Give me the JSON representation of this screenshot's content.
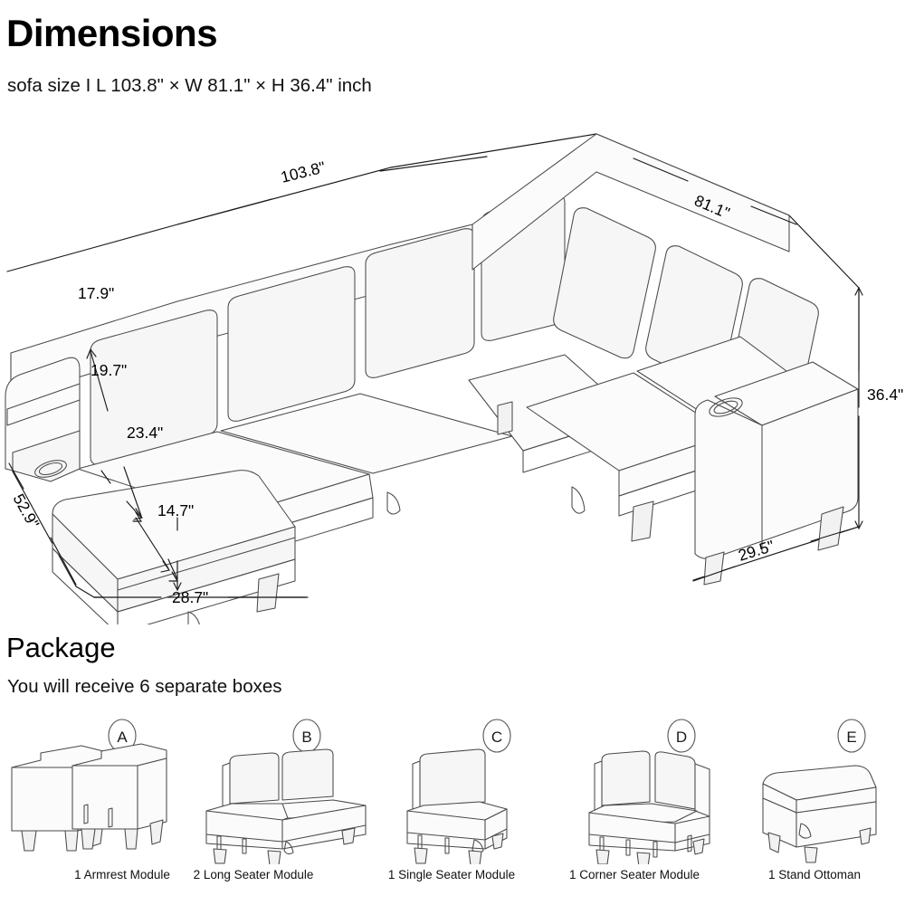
{
  "page": {
    "background": "#ffffff",
    "line_color": "#4a4a4a",
    "text_color": "#111111"
  },
  "dimensions_section": {
    "heading": "Dimensions",
    "subtitle": "sofa size I L 103.8\" × W 81.1\" × H 36.4\" inch",
    "measurements": [
      {
        "key": "overall_length",
        "label": "103.8\"",
        "orientation": "diagonal-top-left"
      },
      {
        "key": "overall_width",
        "label": "81.1\"",
        "orientation": "diagonal-top-right"
      },
      {
        "key": "overall_height",
        "label": "36.4\"",
        "orientation": "vertical-right"
      },
      {
        "key": "back_cushion_height",
        "label": "17.9\"",
        "orientation": "vertical-left"
      },
      {
        "key": "seat_height",
        "label": "19.7\"",
        "orientation": "vertical-left"
      },
      {
        "key": "chaise_depth",
        "label": "23.4\"",
        "orientation": "diagonal-left"
      },
      {
        "key": "chaise_seat_height",
        "label": "14.7\"",
        "orientation": "vertical-left"
      },
      {
        "key": "chaise_side_depth",
        "label": "52.9\"",
        "orientation": "diagonal-bottom-left"
      },
      {
        "key": "chaise_width",
        "label": "28.7\"",
        "orientation": "horizontal-bottom-left"
      },
      {
        "key": "right_arm_depth",
        "label": "29.5\"",
        "orientation": "diagonal-bottom-right"
      }
    ]
  },
  "package_section": {
    "heading": "Package",
    "subtitle": "You will receive 6 separate boxes",
    "items": [
      {
        "badge": "A",
        "label": "1 Armrest Module"
      },
      {
        "badge": "B",
        "label": "2 Long Seater Module"
      },
      {
        "badge": "C",
        "label": "1 Single Seater Module"
      },
      {
        "badge": "D",
        "label": "1 Corner Seater Module"
      },
      {
        "badge": "E",
        "label": "1 Stand Ottoman"
      }
    ]
  }
}
